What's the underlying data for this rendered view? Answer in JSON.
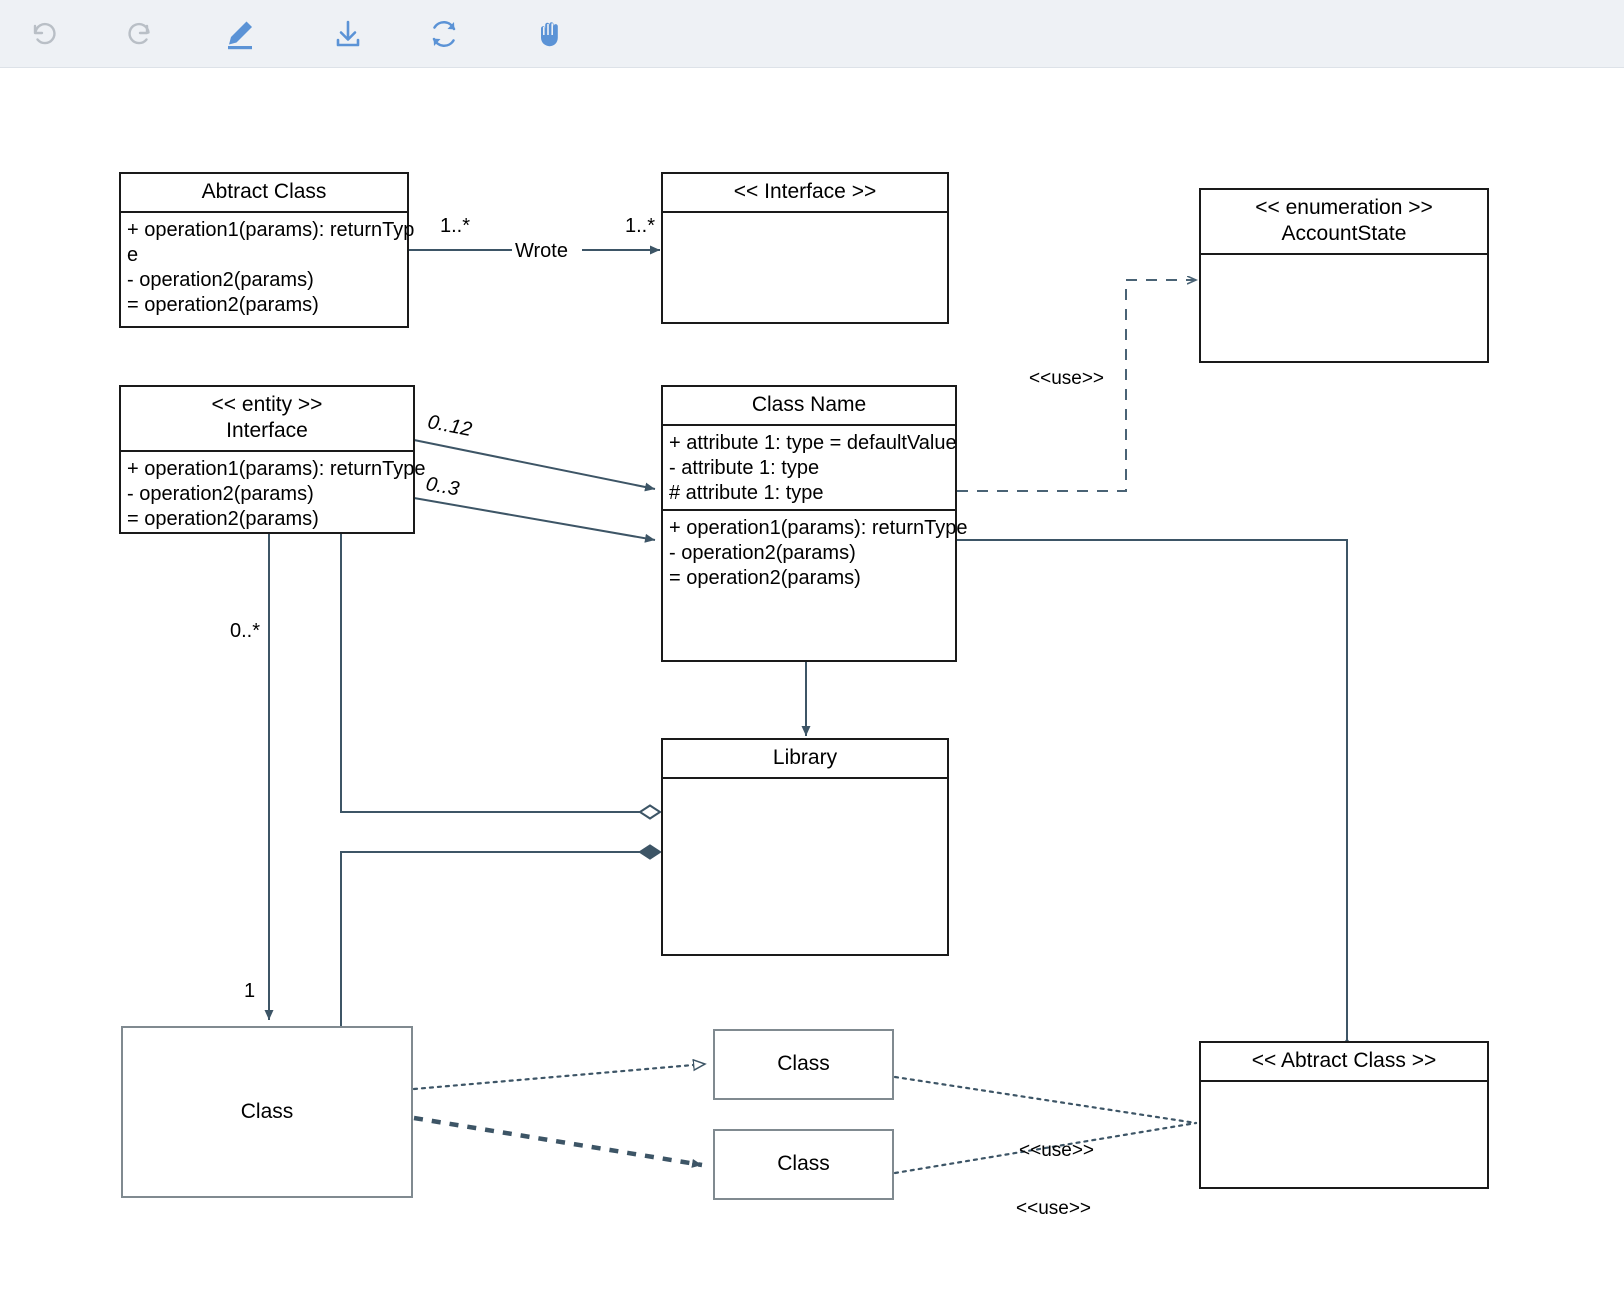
{
  "toolbar": {
    "buttons": [
      {
        "name": "undo-button",
        "icon": "undo-icon",
        "label": "Undo",
        "state": "disabled",
        "color": "#b9bfc6"
      },
      {
        "name": "redo-button",
        "icon": "redo-icon",
        "label": "Redo",
        "state": "disabled",
        "color": "#b9bfc6"
      },
      {
        "name": "edit-button",
        "icon": "pencil-icon",
        "label": "Edit",
        "state": "active",
        "color": "#5b93d6"
      },
      {
        "name": "download-button",
        "icon": "download-icon",
        "label": "Download",
        "state": "enabled",
        "color": "#5b93d6"
      },
      {
        "name": "refresh-button",
        "icon": "refresh-icon",
        "label": "Refresh",
        "state": "enabled",
        "color": "#5b93d6"
      },
      {
        "name": "pan-button",
        "icon": "hand-icon",
        "label": "Pan",
        "state": "enabled",
        "color": "#5b93d6"
      }
    ],
    "background": "#eef1f5"
  },
  "diagram": {
    "type": "uml-class-diagram",
    "line_color": "#3d5566",
    "box_border_color": "#1a1a1a",
    "box_border_color_alt": "#808a90",
    "nodes": [
      {
        "id": "abstract-class",
        "title": "Abtract Class",
        "stereotype": "",
        "attributes": [],
        "operations": [
          "+ operation1(params): returnTyp",
          "e",
          "- operation2(params)",
          "= operation2(params)"
        ]
      },
      {
        "id": "interface-top",
        "title": "<< Interface >>",
        "stereotype": "",
        "attributes": [],
        "operations": []
      },
      {
        "id": "enumeration",
        "title": "<< enumeration >>",
        "subtitle": "AccountState",
        "attributes": [],
        "operations": []
      },
      {
        "id": "entity-interface",
        "title": "<< entity >>",
        "subtitle": "Interface",
        "attributes": [],
        "operations": [
          "+ operation1(params): returnType",
          "- operation2(params)",
          "= operation2(params)"
        ]
      },
      {
        "id": "class-name",
        "title": "Class Name",
        "attributes": [
          "+ attribute 1: type = defaultValue",
          "- attribute 1: type",
          "# attribute 1: type"
        ],
        "operations": [
          "+ operation1(params): returnType",
          "- operation2(params)",
          "= operation2(params)"
        ]
      },
      {
        "id": "library",
        "title": "Library",
        "attributes": [],
        "operations": []
      },
      {
        "id": "class-big",
        "title": "Class",
        "attributes": [],
        "operations": []
      },
      {
        "id": "class-small-top",
        "title": "Class",
        "attributes": [],
        "operations": []
      },
      {
        "id": "class-small-bottom",
        "title": "Class",
        "attributes": [],
        "operations": []
      },
      {
        "id": "abstract-class-bottom",
        "title": "<< Abtract Class >>",
        "attributes": [],
        "operations": []
      }
    ],
    "edge_labels": {
      "wrote": "Wrote",
      "mult_wrote_source": "1..*",
      "mult_wrote_target": "1..*",
      "mult_0_12": "0..12",
      "mult_0_3": "0..3",
      "mult_0_star": "0..*",
      "mult_1": "1",
      "use_enum": "<<use>>",
      "use_top": "<<use>>",
      "use_bottom": "<<use>>"
    }
  }
}
